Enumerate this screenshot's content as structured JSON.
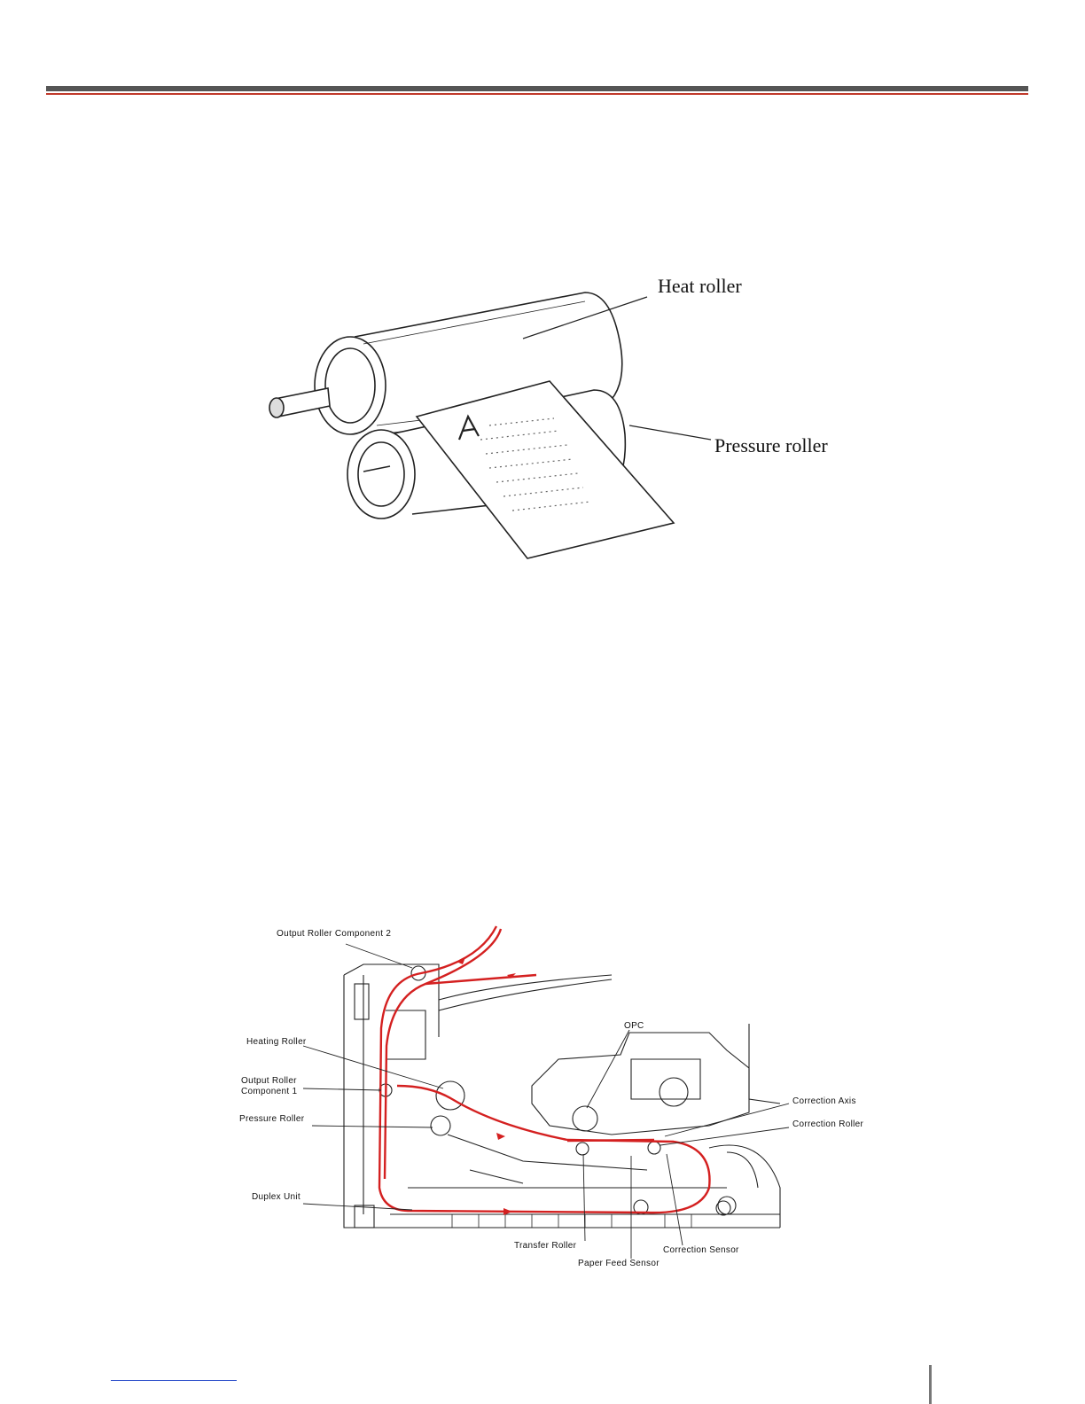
{
  "figure1": {
    "labels": {
      "heat_roller": "Heat roller",
      "pressure_roller": "Pressure roller",
      "paper_letter": "A"
    }
  },
  "figure2": {
    "labels": {
      "output_roller_2": "Output Roller Component 2",
      "heating_roller": "Heating  Roller",
      "output_roller_1_line1": "Output Roller",
      "output_roller_1_line2": "Component 1",
      "pressure_roller": "Pressure  Roller",
      "duplex_unit": "Duplex Unit",
      "opc": "OPC",
      "correction_axis": "Correction Axis",
      "correction_roller": "Correction Roller",
      "transfer_roller": "Transfer  Roller",
      "paper_feed_sensor": "Paper Feed Sensor",
      "correction_sensor": "Correction Sensor"
    },
    "colors": {
      "paper_path": "#d42020",
      "line": "#222222"
    }
  }
}
